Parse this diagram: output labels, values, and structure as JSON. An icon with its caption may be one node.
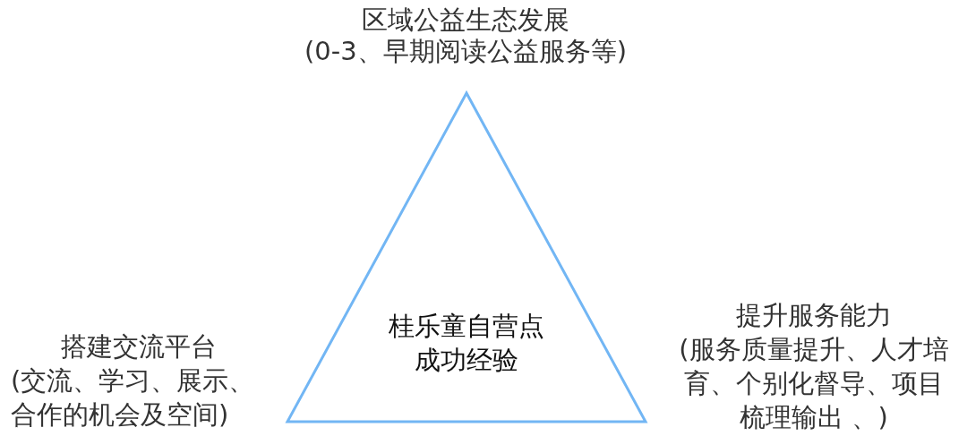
{
  "diagram": {
    "nodes": [
      {
        "text": [
          "桂乐童自营点成功经验"
        ]
      }
    ],
    "labels": [
      "区域公益生态发展",
      "(0-3、早期阅读公益服务等)",
      "搭建交流平台",
      "(交流、学习、展示、合作的机会及空间)",
      "提升服务能力",
      "(服务质量提升、人才培育、个别化督导、项目梳理输出 、)"
    ]
  }
}
